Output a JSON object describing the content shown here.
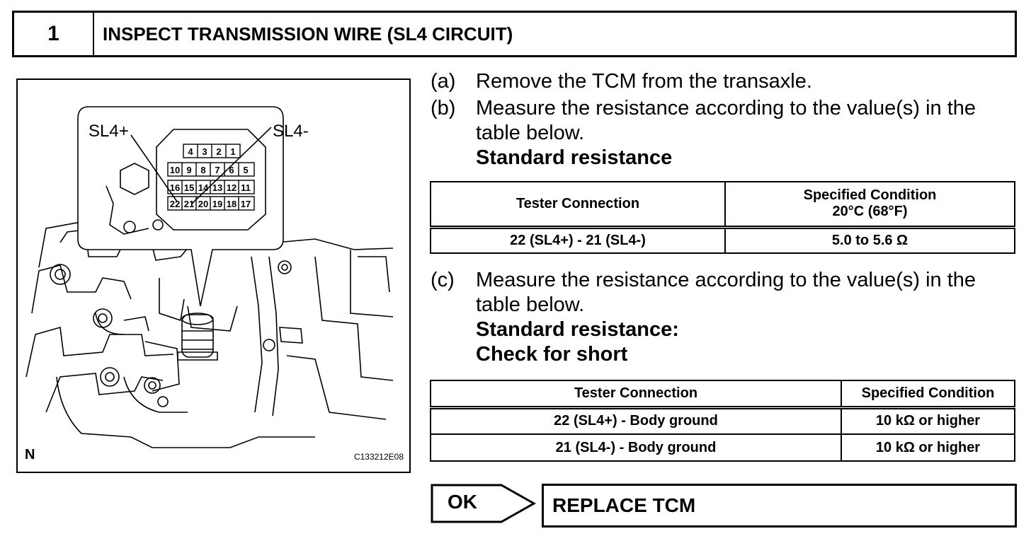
{
  "step": {
    "number": "1",
    "title": "INSPECT TRANSMISSION WIRE (SL4 CIRCUIT)"
  },
  "figure": {
    "label_sl4_plus": "SL4+",
    "label_sl4_minus": "SL4-",
    "pins": {
      "row1": [
        "4",
        "3",
        "2",
        "1"
      ],
      "row2": [
        "10",
        "9",
        "8",
        "7",
        "6",
        "5"
      ],
      "row3": [
        "16",
        "15",
        "14",
        "13",
        "12",
        "11"
      ],
      "row4": [
        "22",
        "21",
        "20",
        "19",
        "18",
        "17"
      ]
    },
    "corner_label": "N",
    "figure_id": "C133212E08"
  },
  "instructions": {
    "a": {
      "label": "(a)",
      "text": "Remove the TCM from the transaxle."
    },
    "b": {
      "label": "(b)",
      "text": "Measure the resistance according to the value(s) in the table below.",
      "bold": "Standard resistance"
    },
    "c": {
      "label": "(c)",
      "text": "Measure the resistance according to the value(s) in the table below.",
      "bold1": "Standard resistance:",
      "bold2": "Check for short"
    }
  },
  "table1": {
    "headers": [
      "Tester Connection",
      "Specified Condition",
      "20°C (68°F)"
    ],
    "rows": [
      [
        "22 (SL4+) - 21 (SL4-)",
        "5.0 to 5.6 Ω"
      ]
    ]
  },
  "table2": {
    "headers": [
      "Tester Connection",
      "Specified Condition"
    ],
    "rows": [
      [
        "22 (SL4+) - Body ground",
        "10 kΩ or higher"
      ],
      [
        "21 (SL4-) - Body ground",
        "10 kΩ or higher"
      ]
    ]
  },
  "result": {
    "ok_label": "OK",
    "action": "REPLACE TCM"
  }
}
